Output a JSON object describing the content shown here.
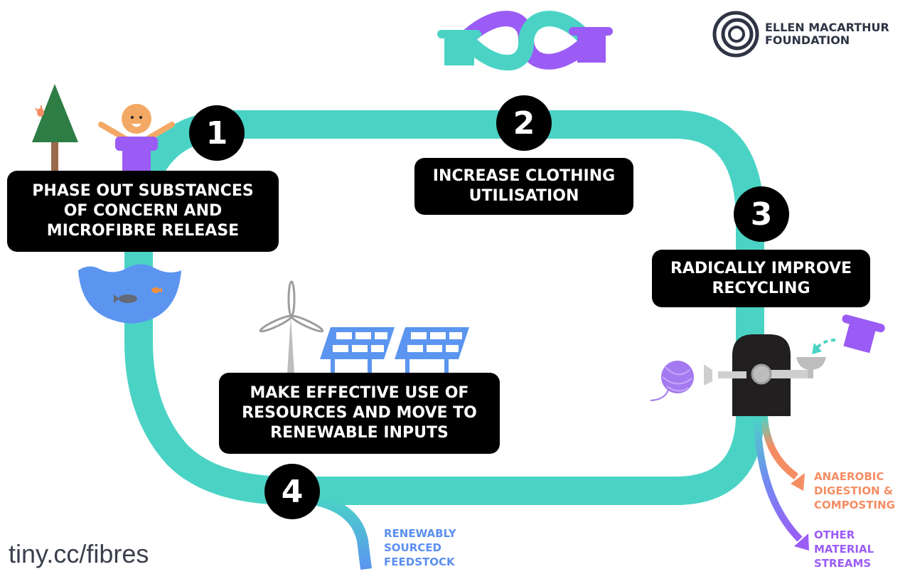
{
  "organization": {
    "name": "ELLEN MACARTHUR\nFOUNDATION",
    "logo_icon": "concentric-swirl-logo-icon"
  },
  "colors": {
    "loop": "#4ad3c5",
    "label_bg": "#000000",
    "label_text": "#ffffff",
    "purple": "#9b5cf5",
    "blue": "#5b95f0",
    "orange": "#f58d64",
    "logo": "#2f3445"
  },
  "steps": [
    {
      "number": "1",
      "label": "PHASE OUT SUBSTANCES\nOF CONCERN AND\nMICROFIBRE RELEASE",
      "icons": [
        "tree-icon",
        "bird-icon",
        "person-icon",
        "ocean-icon",
        "fish-icon"
      ]
    },
    {
      "number": "2",
      "label": "INCREASE CLOTHING\nUTILISATION",
      "icons": [
        "infinity-tshirts-icon"
      ]
    },
    {
      "number": "3",
      "label": "RADICALLY IMPROVE\nRECYCLING",
      "icons": [
        "recycling-machine-icon",
        "yarn-ball-icon",
        "tshirt-icon"
      ]
    },
    {
      "number": "4",
      "label": "MAKE EFFECTIVE USE OF\nRESOURCES AND MOVE TO\nRENEWABLE INPUTS",
      "icons": [
        "wind-turbine-icon",
        "solar-panel-icon"
      ]
    }
  ],
  "flows": {
    "input": "RENEWABLY\nSOURCED\nFEEDSTOCK",
    "output_1": "ANAEROBIC\nDIGESTION &\nCOMPOSTING",
    "output_2": "OTHER\nMATERIAL\nSTREAMS"
  },
  "url": "tiny.cc/fibres"
}
